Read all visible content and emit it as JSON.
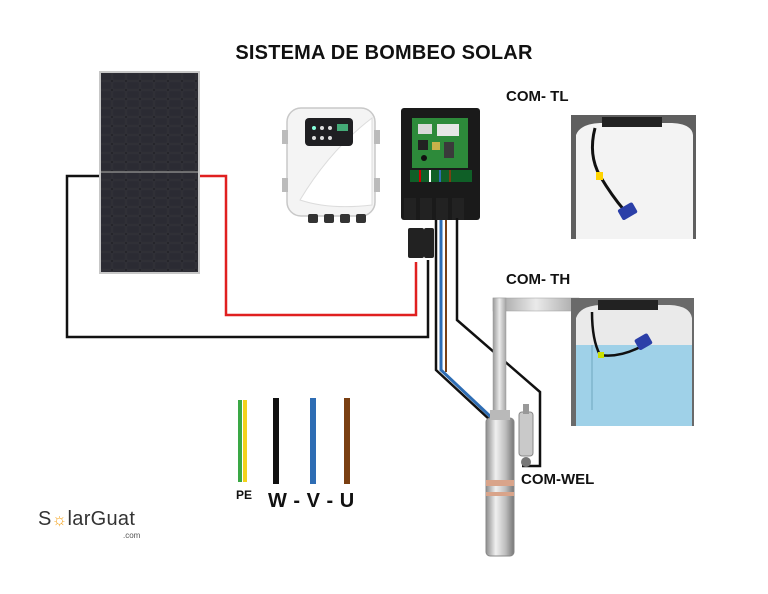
{
  "title": "SISTEMA DE BOMBEO SOLAR",
  "labels": {
    "com_tl": "COM- TL",
    "com_th": "COM- TH",
    "com_wel": "COM-WEL",
    "pe": "PE",
    "wvu": "W - V - U"
  },
  "logo": {
    "part1": "S",
    "sun": "☼",
    "part2": "larGuat",
    "domain": ".com"
  },
  "colors": {
    "positive_wire": "#e02020",
    "negative_wire": "#111111",
    "pe_wire_green": "#3aa845",
    "pe_wire_yellow": "#f2d21b",
    "w_wire": "#111111",
    "v_wire": "#2e6db4",
    "u_wire": "#7a3f12",
    "water": "#9fd1e8"
  }
}
